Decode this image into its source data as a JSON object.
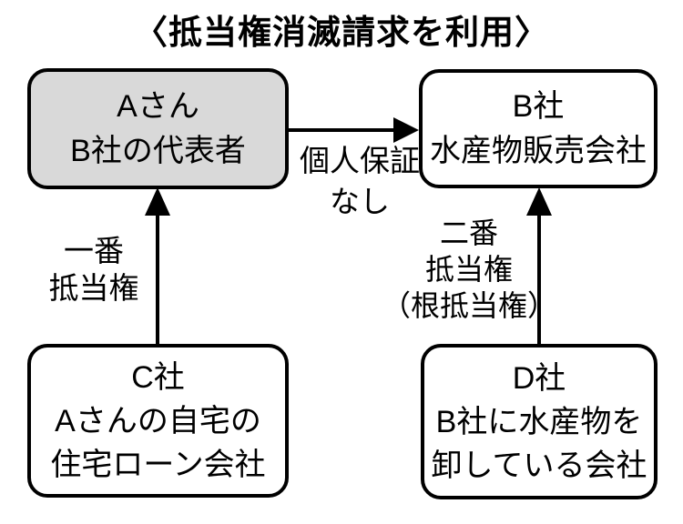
{
  "title": "〈抵当権消滅請求を利用〉",
  "colors": {
    "highlight_fill": "#d9d9d9",
    "node_fill": "#ffffff",
    "stroke": "#000000",
    "background": "#ffffff"
  },
  "nodes": {
    "a": {
      "lines": [
        "Aさん",
        "B社の代表者"
      ]
    },
    "b": {
      "lines": [
        "B社",
        "水産物販売会社"
      ]
    },
    "c": {
      "lines": [
        "C社",
        "Aさんの自宅の",
        "住宅ローン会社"
      ]
    },
    "d": {
      "lines": [
        "D社",
        "B社に水産物を",
        "卸している会社"
      ]
    }
  },
  "edges": {
    "a_to_b": {
      "lines": [
        "個人保証",
        "なし"
      ]
    },
    "c_to_a": {
      "lines": [
        "一番",
        "抵当権"
      ]
    },
    "d_to_b": {
      "lines": [
        "二番",
        "抵当権",
        "（根抵当権）"
      ]
    }
  }
}
